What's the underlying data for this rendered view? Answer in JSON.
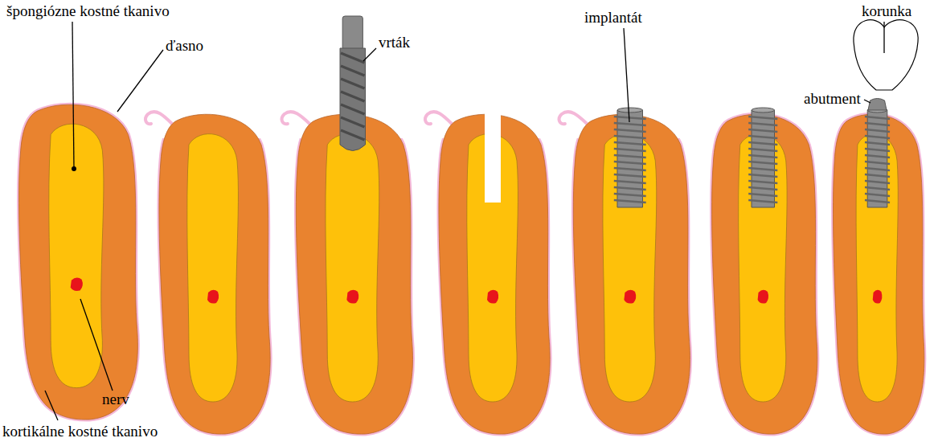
{
  "diagram": {
    "labels": [
      "špongiózne kostné tkanivo",
      "ďasno",
      "vrták",
      "implantát",
      "korunka",
      "abutment",
      "nerv",
      "kortikálne kostné tkanivo"
    ]
  }
}
